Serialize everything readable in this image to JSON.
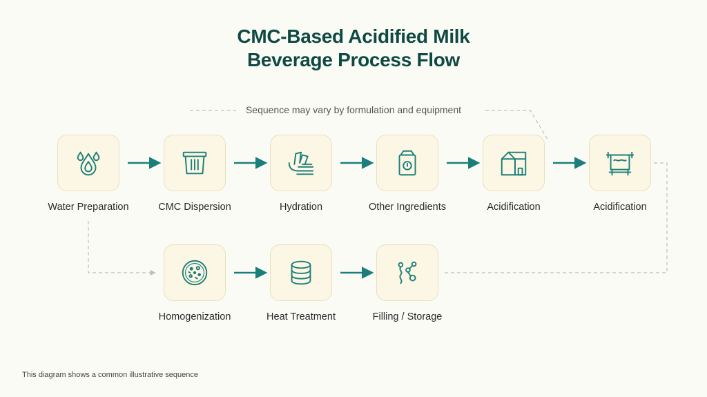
{
  "title": {
    "line1": "CMC-Based Acidified Milk",
    "line2": "Beverage Process Flow"
  },
  "note_top": "Sequence may vary by formulation and equipment",
  "steps": [
    {
      "label": "Water Preparation",
      "icon": "water-drop-flame-icon"
    },
    {
      "label": "CMC Dispersion",
      "icon": "tank-icon"
    },
    {
      "label": "Hydration",
      "icon": "hydration-bath-icon"
    },
    {
      "label": "Other Ingredients",
      "icon": "ingredient-carton-icon"
    },
    {
      "label": "Acidification",
      "icon": "building-box-icon"
    },
    {
      "label": "Acidification",
      "icon": "reactor-vessel-icon"
    },
    {
      "label": "Homogenization",
      "icon": "particle-dish-icon"
    },
    {
      "label": "Heat Treatment",
      "icon": "stacked-disks-icon"
    },
    {
      "label": "Filling / Storage",
      "icon": "molecule-chain-icon"
    }
  ],
  "footer_note": "This diagram shows a common illustrative sequence",
  "colors": {
    "accent": "#1a7f7a",
    "title": "#0f4a42",
    "node_fill": "#fcf6e4",
    "node_border": "#eadfbe",
    "dashed": "#bdbdbd"
  }
}
